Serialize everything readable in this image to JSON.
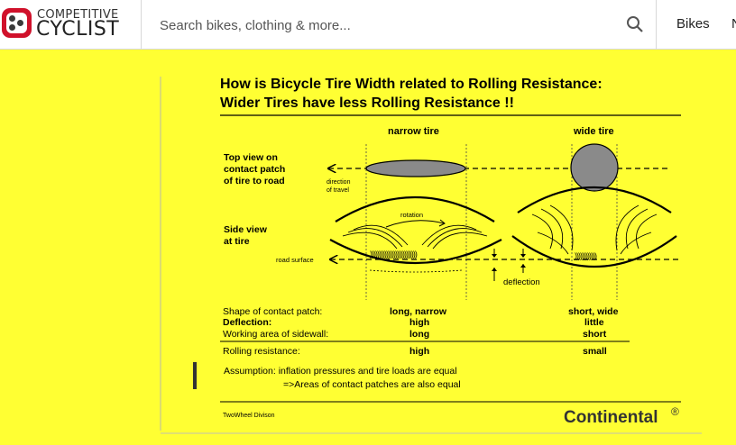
{
  "header": {
    "logo": {
      "line1": "COMPETITIVE",
      "line2": "CYCLIST"
    },
    "search": {
      "placeholder": "Search bikes, clothing & more..."
    },
    "nav": [
      {
        "label": "Bikes"
      },
      {
        "label": "N"
      }
    ]
  },
  "poster": {
    "title_line1": "How is Bicycle Tire Width related to Rolling Resistance:",
    "title_line2": "Wider Tires have less Rolling Resistance !!",
    "col_narrow": "narrow tire",
    "col_wide": "wide tire",
    "top_view": [
      "Top view on",
      "contact patch",
      "of tire to road"
    ],
    "direction": [
      "direction",
      "of travel"
    ],
    "side_view": [
      "Side view",
      "at tire"
    ],
    "rotation": "rotation",
    "road_surface": "road surface",
    "deflection": "deflection",
    "rows": [
      {
        "label": "Shape of contact patch:",
        "narrow": "long, narrow",
        "wide": "short, wide"
      },
      {
        "label": "Deflection:",
        "narrow": "high",
        "wide": "little"
      },
      {
        "label": "Working area of sidewall:",
        "narrow": "long",
        "wide": "short"
      },
      {
        "label": "Rolling resistance:",
        "narrow": "high",
        "wide": "small"
      }
    ],
    "assumption_line1": "Assumption: inflation pressures and tire loads are equal",
    "assumption_line2": "=>Areas of contact patches are also equal",
    "footer_left": "TwoWheel Divison",
    "brand": "Continental",
    "brand_mark": "®"
  },
  "colors": {
    "background": "#ffff33",
    "logo_red": "#d0112b",
    "patch_gray": "#8a8a8a"
  }
}
